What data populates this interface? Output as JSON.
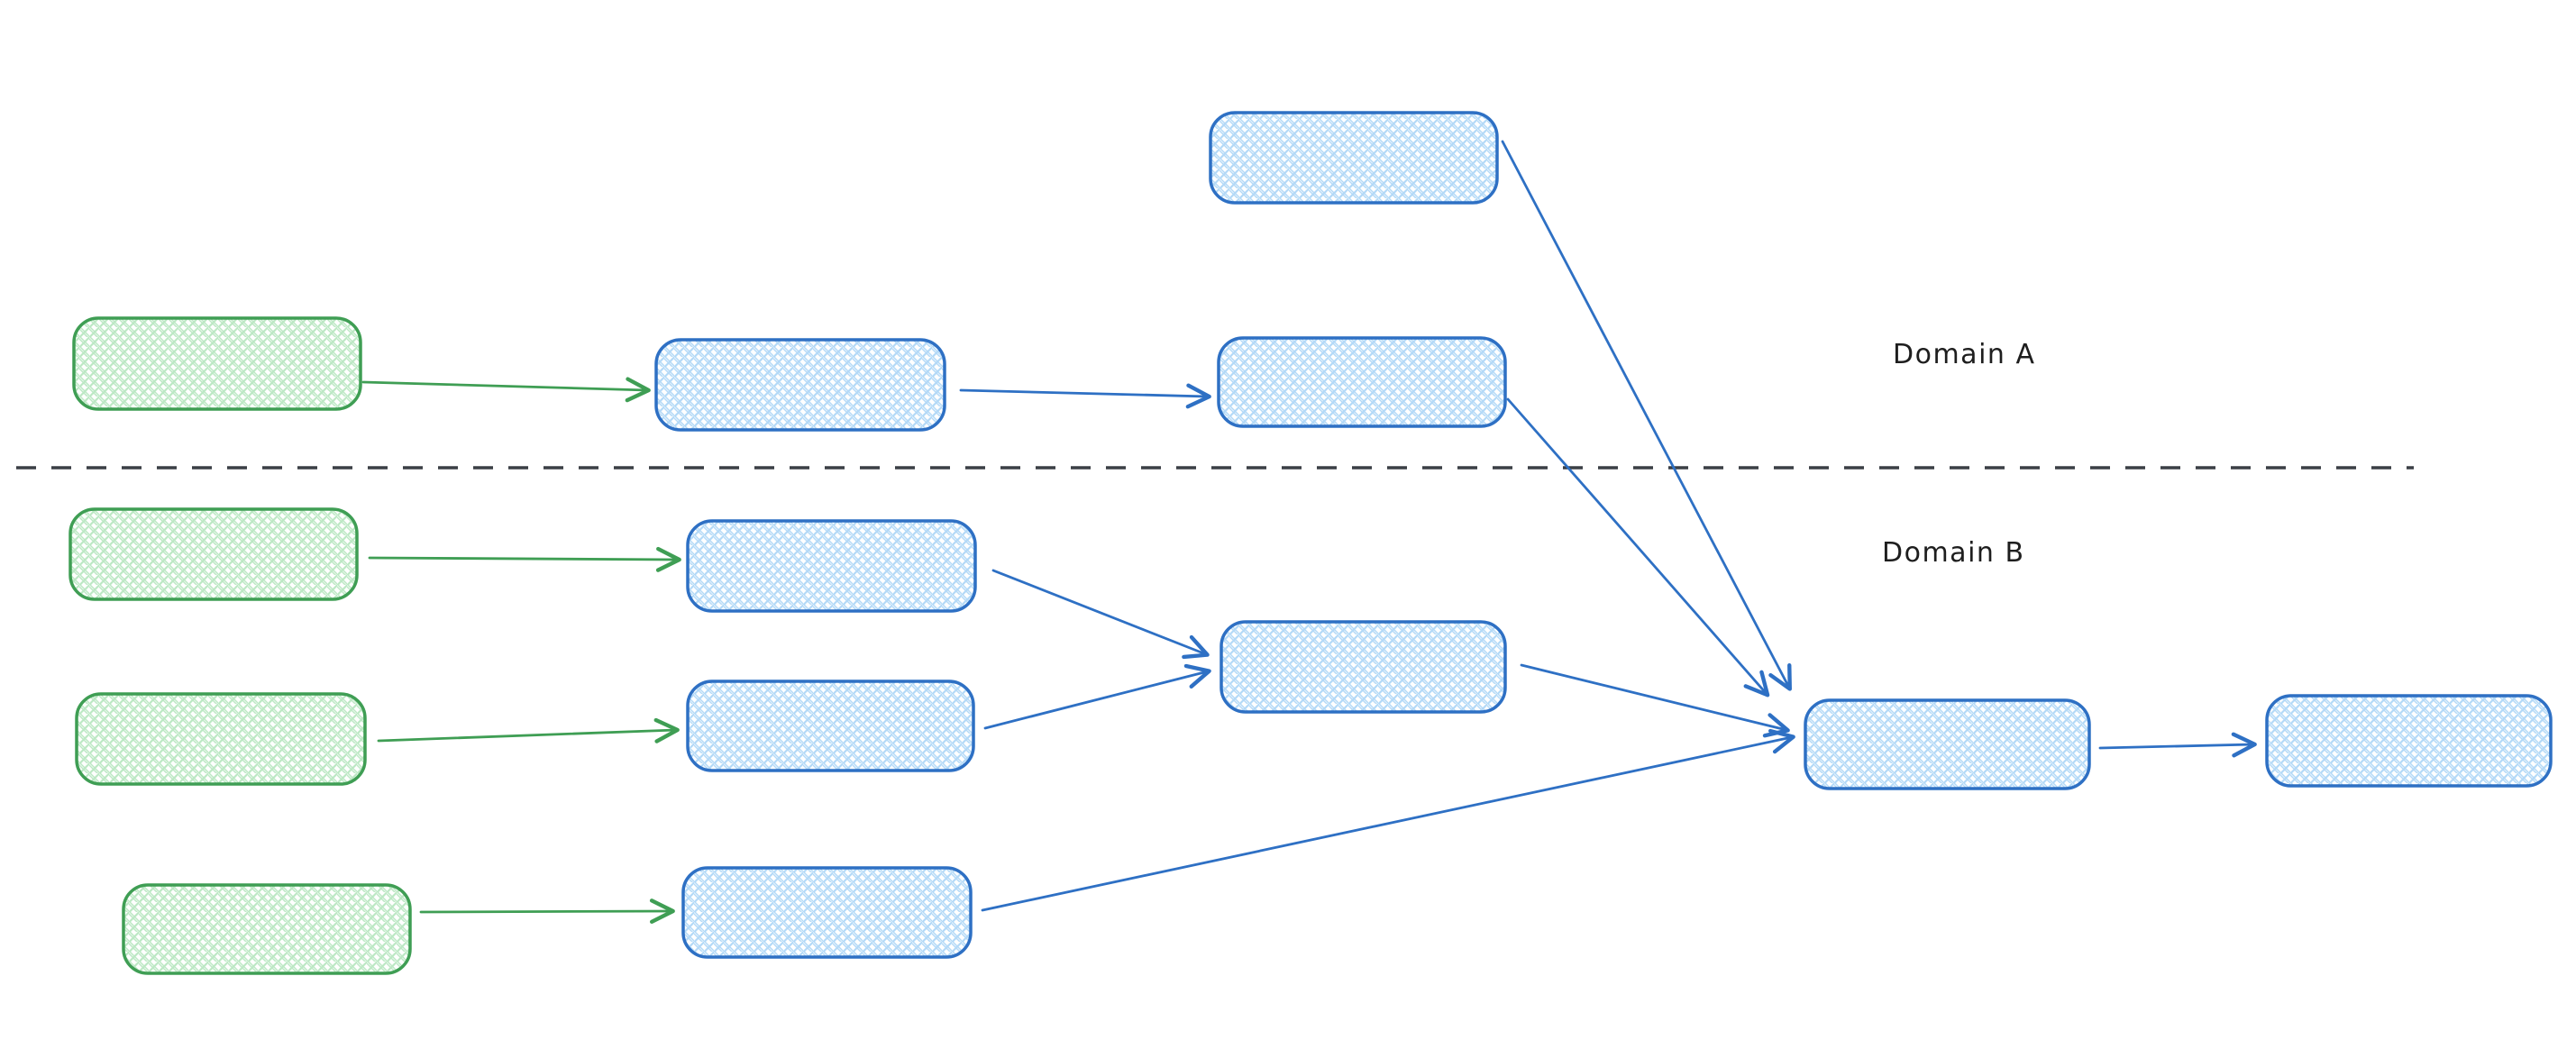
{
  "labels": {
    "domain_a": "Domain A",
    "domain_b": "Domain B"
  },
  "colors": {
    "canvas_bg": "#ffffff",
    "blue_stroke": "#2e70c4",
    "blue_hatch": "#b3d9f7",
    "green_stroke": "#3f9e54",
    "green_hatch": "#bce8c4",
    "divider": "#3a3f45",
    "label_text": "#1e1e1e"
  },
  "diagram": {
    "type": "flow",
    "style": "hand-drawn whiteboard sketch, cross-hatch filled rounded rectangles, no text inside nodes",
    "regions": [
      {
        "label": "Domain A",
        "position": "above dashed divider"
      },
      {
        "label": "Domain B",
        "position": "below dashed divider"
      }
    ],
    "nodes": [
      {
        "id": "a-standalone-top",
        "color": "blue",
        "region": "Domain A"
      },
      {
        "id": "a-source",
        "color": "green",
        "region": "Domain A"
      },
      {
        "id": "a-stage-1",
        "color": "blue",
        "region": "Domain A"
      },
      {
        "id": "a-stage-2",
        "color": "blue",
        "region": "Domain A"
      },
      {
        "id": "b-source-1",
        "color": "green",
        "region": "Domain B"
      },
      {
        "id": "b-source-2",
        "color": "green",
        "region": "Domain B"
      },
      {
        "id": "b-source-3",
        "color": "green",
        "region": "Domain B"
      },
      {
        "id": "b-stage-1",
        "color": "blue",
        "region": "Domain B"
      },
      {
        "id": "b-stage-2",
        "color": "blue",
        "region": "Domain B"
      },
      {
        "id": "b-stage-3",
        "color": "blue",
        "region": "Domain B"
      },
      {
        "id": "b-merge",
        "color": "blue",
        "region": "Domain B"
      },
      {
        "id": "shared-merge",
        "color": "blue",
        "region": "Domain B"
      },
      {
        "id": "output",
        "color": "blue",
        "region": "Domain B"
      }
    ],
    "edges": [
      {
        "from": "a-source",
        "to": "a-stage-1",
        "color": "green"
      },
      {
        "from": "a-stage-1",
        "to": "a-stage-2",
        "color": "blue"
      },
      {
        "from": "a-standalone-top",
        "to": "shared-merge",
        "color": "blue"
      },
      {
        "from": "a-stage-2",
        "to": "shared-merge",
        "color": "blue"
      },
      {
        "from": "b-source-1",
        "to": "b-stage-1",
        "color": "green"
      },
      {
        "from": "b-source-2",
        "to": "b-stage-2",
        "color": "green"
      },
      {
        "from": "b-source-3",
        "to": "b-stage-3",
        "color": "green"
      },
      {
        "from": "b-stage-1",
        "to": "b-merge",
        "color": "blue"
      },
      {
        "from": "b-stage-2",
        "to": "b-merge",
        "color": "blue"
      },
      {
        "from": "b-merge",
        "to": "shared-merge",
        "color": "blue"
      },
      {
        "from": "b-stage-3",
        "to": "shared-merge",
        "color": "blue"
      },
      {
        "from": "shared-merge",
        "to": "output",
        "color": "blue"
      }
    ]
  }
}
